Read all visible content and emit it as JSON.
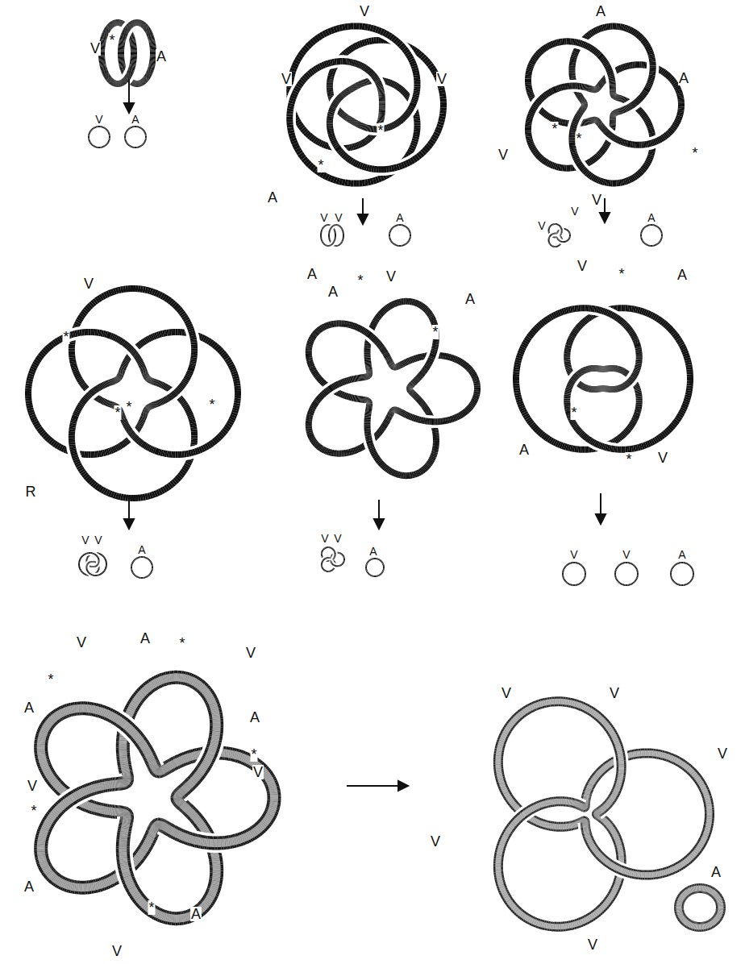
{
  "diagram": {
    "labels": [
      "V",
      "*",
      "A",
      "V",
      "A",
      "V",
      "V",
      "V",
      "*",
      "*",
      "A",
      "V",
      "V",
      "A",
      "A",
      "A",
      "*",
      "*",
      "*",
      "V",
      "V",
      "V",
      "V",
      "A",
      "V",
      "A",
      "*",
      "*",
      "*",
      "*",
      "R",
      "V",
      "V",
      "A",
      "A",
      "*",
      "V",
      "A",
      "*",
      "V",
      "V",
      "A",
      "V",
      "*",
      "A",
      "*",
      "A",
      "*",
      "V",
      "V",
      "V",
      "A",
      "V",
      "A",
      "*",
      "V",
      "*",
      "A",
      "A",
      "*",
      "V",
      "V",
      "*",
      "A",
      "*",
      "A",
      "V",
      "V",
      "V",
      "V",
      "V",
      "A",
      "V"
    ]
  }
}
